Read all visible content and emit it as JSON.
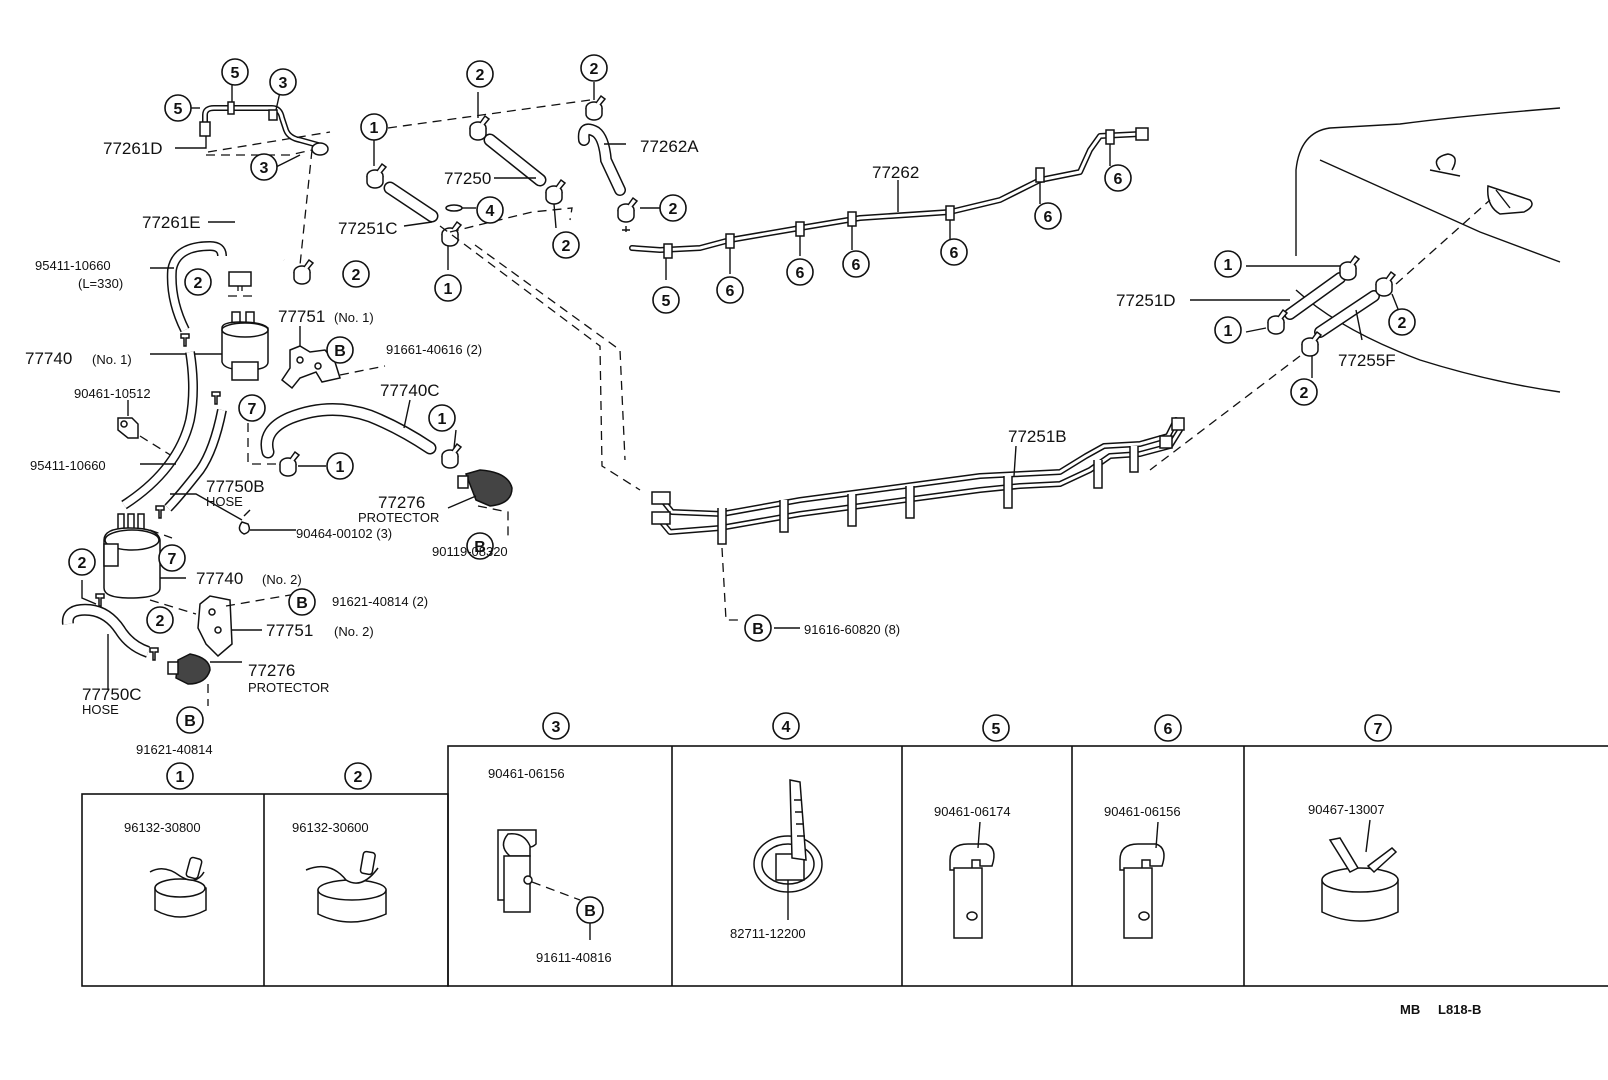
{
  "diagram": {
    "callouts": {
      "c1": "1",
      "c2": "2",
      "c3": "3",
      "c4": "4",
      "c5": "5",
      "c6": "6",
      "c7": "7",
      "cB": "B"
    },
    "parts": {
      "p77261D": "77261D",
      "p77261E": "77261E",
      "p95411_1": "95411-10660",
      "p95411_1_len": "(L=330)",
      "p77740_no1": "77740",
      "p77740_no1_q": "(No. 1)",
      "p77751_no1": "77751",
      "p77751_no1_q": "(No. 1)",
      "p91661": "91661-40616 (2)",
      "p90461_10512": "90461-10512",
      "p95411_2": "95411-10660",
      "p77740C": "77740C",
      "p77750B": "77750B",
      "hose_1": "HOSE",
      "p77276_a": "77276",
      "protector_a": "PROTECTOR",
      "p90464": "90464-00102 (3)",
      "p90119": "90119-08320",
      "p77740_no2": "77740",
      "p77740_no2_q": "(No. 2)",
      "p91621_2": "91621-40814 (2)",
      "p77751_no2": "77751",
      "p77751_no2_q": "(No. 2)",
      "p77276_b": "77276",
      "protector_b": "PROTECTOR",
      "p77750C": "77750C",
      "hose_2": "HOSE",
      "p91621": "91621-40814",
      "p77250": "77250",
      "p77251C": "77251C",
      "p77262A": "77262A",
      "p77262": "77262",
      "p77251D": "77251D",
      "p77255F": "77255F",
      "p77251B": "77251B",
      "p91616": "91616-60820 (8)"
    },
    "legend": {
      "b1_num": "96132-30800",
      "b2_num": "96132-30600",
      "b3_num_a": "90461-06156",
      "b3_num_b": "91611-40816",
      "b4_num": "82711-12200",
      "b5_num": "90461-06174",
      "b6_num": "90461-06156",
      "b7_num": "90467-13007"
    },
    "footer": {
      "code_a": "MB",
      "code_b": "L818-B"
    }
  }
}
